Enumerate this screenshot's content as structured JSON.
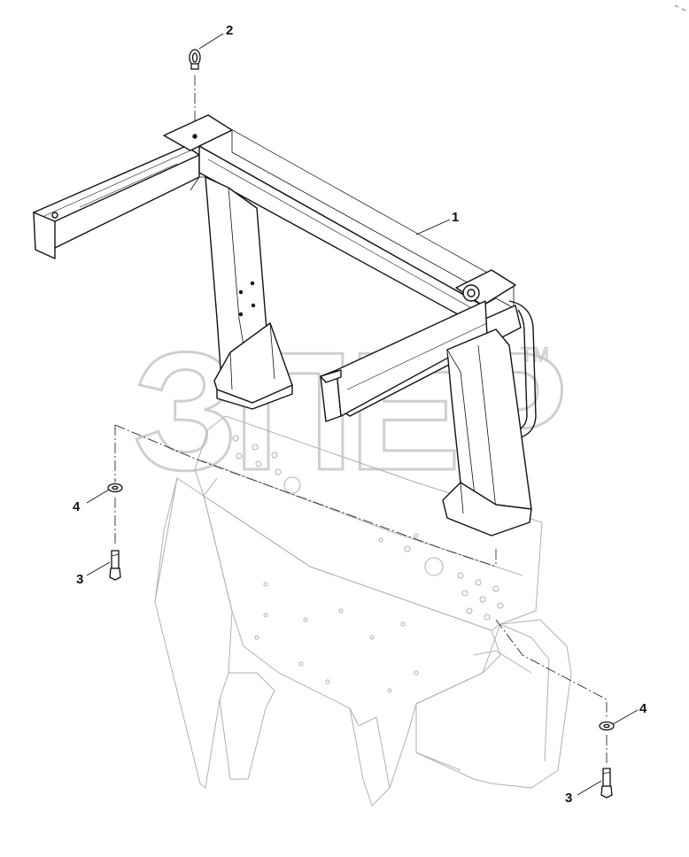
{
  "diagram": {
    "callouts": [
      {
        "id": "c1",
        "label": "1",
        "part": "frame"
      },
      {
        "id": "c2",
        "label": "2",
        "part": "eyebolt"
      },
      {
        "id": "c3a",
        "label": "3",
        "part": "bolt"
      },
      {
        "id": "c4a",
        "label": "4",
        "part": "washer"
      },
      {
        "id": "c3b",
        "label": "3",
        "part": "bolt"
      },
      {
        "id": "c4b",
        "label": "4",
        "part": "washer"
      }
    ],
    "watermark": {
      "trademark": "TM"
    },
    "colors": {
      "line": "#111111",
      "ghost": "#b0b0b0",
      "watermark": "#cfcfcf",
      "background": "#ffffff"
    }
  }
}
